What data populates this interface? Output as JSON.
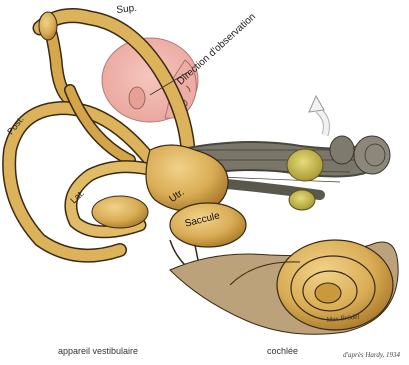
{
  "labels": {
    "sup": "Sup.",
    "direction": "Direction d'observation",
    "post": "Post.",
    "lat": "Lat.",
    "utricle": "Utr.",
    "saccule": "Saccule",
    "vestibular": "appareil vestibulaire",
    "cochlea": "cochlée",
    "credit": "d'après Hardy, 1934",
    "signature": "Max Brödel"
  },
  "colors": {
    "bone_fill": "#dcb25a",
    "bone_shade": "#a8782a",
    "bone_outline": "#3a2a14",
    "face_skin": "#f1b5ad",
    "nerve": "#6d6a60",
    "ganglion": "#cdc250",
    "arrow": "#f2f2f2"
  }
}
